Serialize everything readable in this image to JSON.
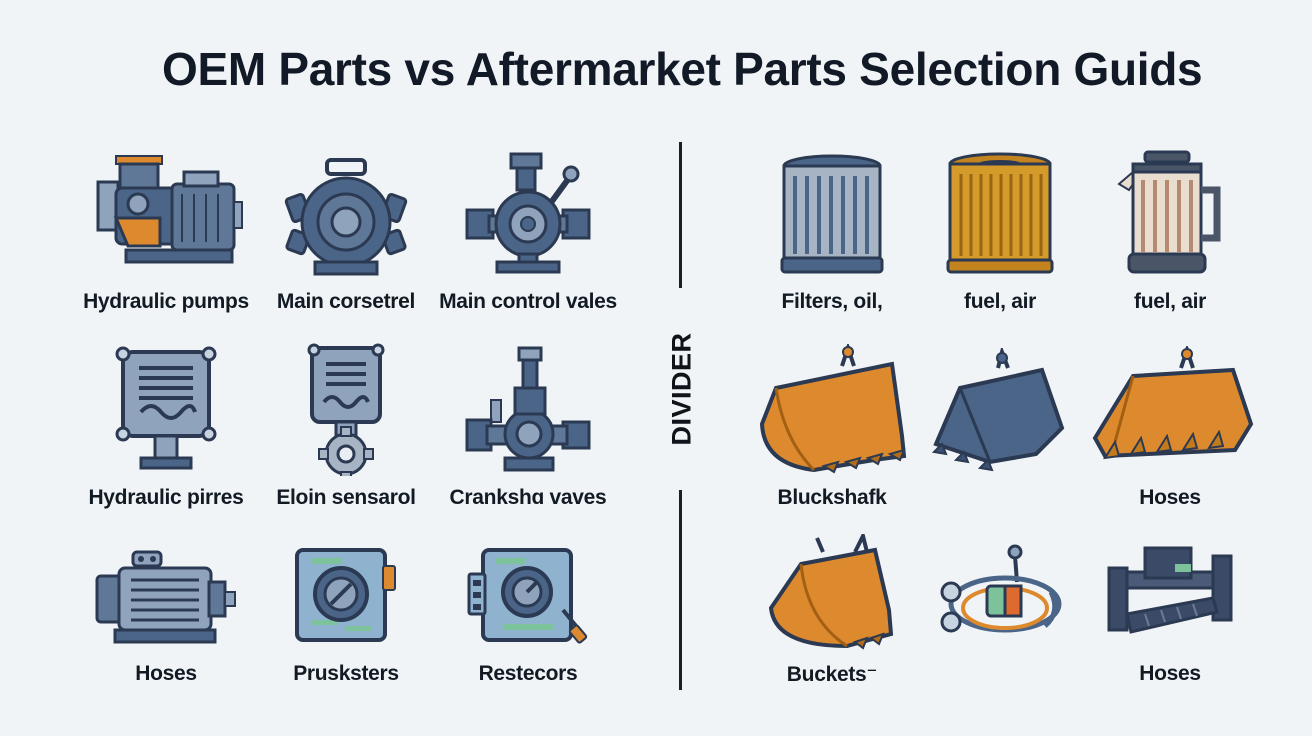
{
  "title": "OEM Parts vs Aftermarket Parts Selection Guids",
  "divider_label": "DIVIDER",
  "oem_parts": [
    {
      "label": "Hydraulic pumps",
      "icon": "hydraulic-pump-icon"
    },
    {
      "label": "Main corsetrel",
      "icon": "gear-motor-icon"
    },
    {
      "label": "Main control vales",
      "icon": "control-valve-icon"
    },
    {
      "label": "Hydraulic pirres",
      "icon": "engine-block-icon"
    },
    {
      "label": "Eloin sensarol",
      "icon": "piston-gear-icon"
    },
    {
      "label": "Crankshɑ vaves",
      "icon": "crankshaft-valve-icon"
    },
    {
      "label": "Hoses",
      "icon": "electric-motor-icon"
    },
    {
      "label": "Prusksters",
      "icon": "control-panel-icon"
    },
    {
      "label": "Restecors",
      "icon": "control-box-icon"
    }
  ],
  "aftermarket_parts": [
    {
      "label": "Filters, oil,",
      "icon": "filter-blue-icon"
    },
    {
      "label": "fuel, air",
      "icon": "filter-orange-icon"
    },
    {
      "label": "fuel, air",
      "icon": "fuel-filter-jug-icon"
    },
    {
      "label": "Bluckshafk",
      "icon": "bucket-orange-icon"
    },
    {
      "label": "",
      "icon": "bucket-blue-icon"
    },
    {
      "label": "Hoses",
      "icon": "bucket-teeth-icon"
    },
    {
      "label": "Buckets⁻",
      "icon": "bucket-small-icon"
    },
    {
      "label": "",
      "icon": "hose-coil-icon"
    },
    {
      "label": "Hoses",
      "icon": "track-frame-icon"
    }
  ],
  "colors": {
    "steel_blue": "#4a6588",
    "dark_navy": "#2b3a52",
    "orange": "#dd8a2e",
    "ochre": "#d49a2a",
    "mint": "#7cc29a",
    "panel_blue": "#8fb3cf"
  }
}
